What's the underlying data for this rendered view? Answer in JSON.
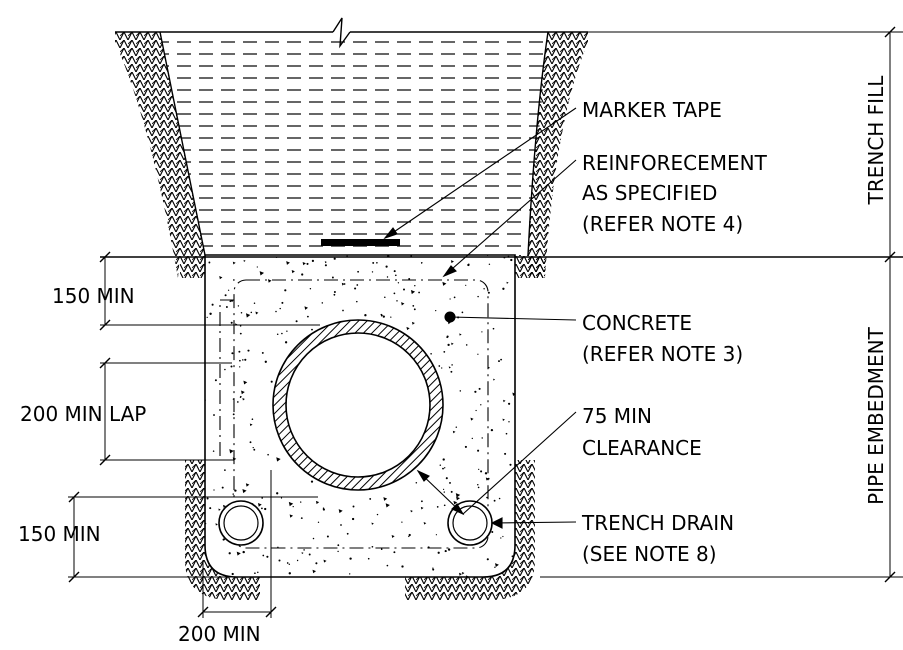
{
  "labels": {
    "marker_tape": "MARKER TAPE",
    "reinforcement_1": "REINFORECEMENT",
    "reinforcement_2": "AS SPECIFIED",
    "reinforcement_3": "(REFER NOTE 4)",
    "concrete_1": "CONCRETE",
    "concrete_2": "(REFER NOTE 3)",
    "clearance_1": "75 MIN",
    "clearance_2": "CLEARANCE",
    "drain_1": "TRENCH DRAIN",
    "drain_2": "(SEE NOTE 8)",
    "dim_top": "150 MIN",
    "dim_lap": "200 MIN LAP",
    "dim_bottom": "150 MIN",
    "dim_width": "200 MIN",
    "zone_fill": "TRENCH FILL",
    "zone_embed": "PIPE EMBEDMENT"
  }
}
